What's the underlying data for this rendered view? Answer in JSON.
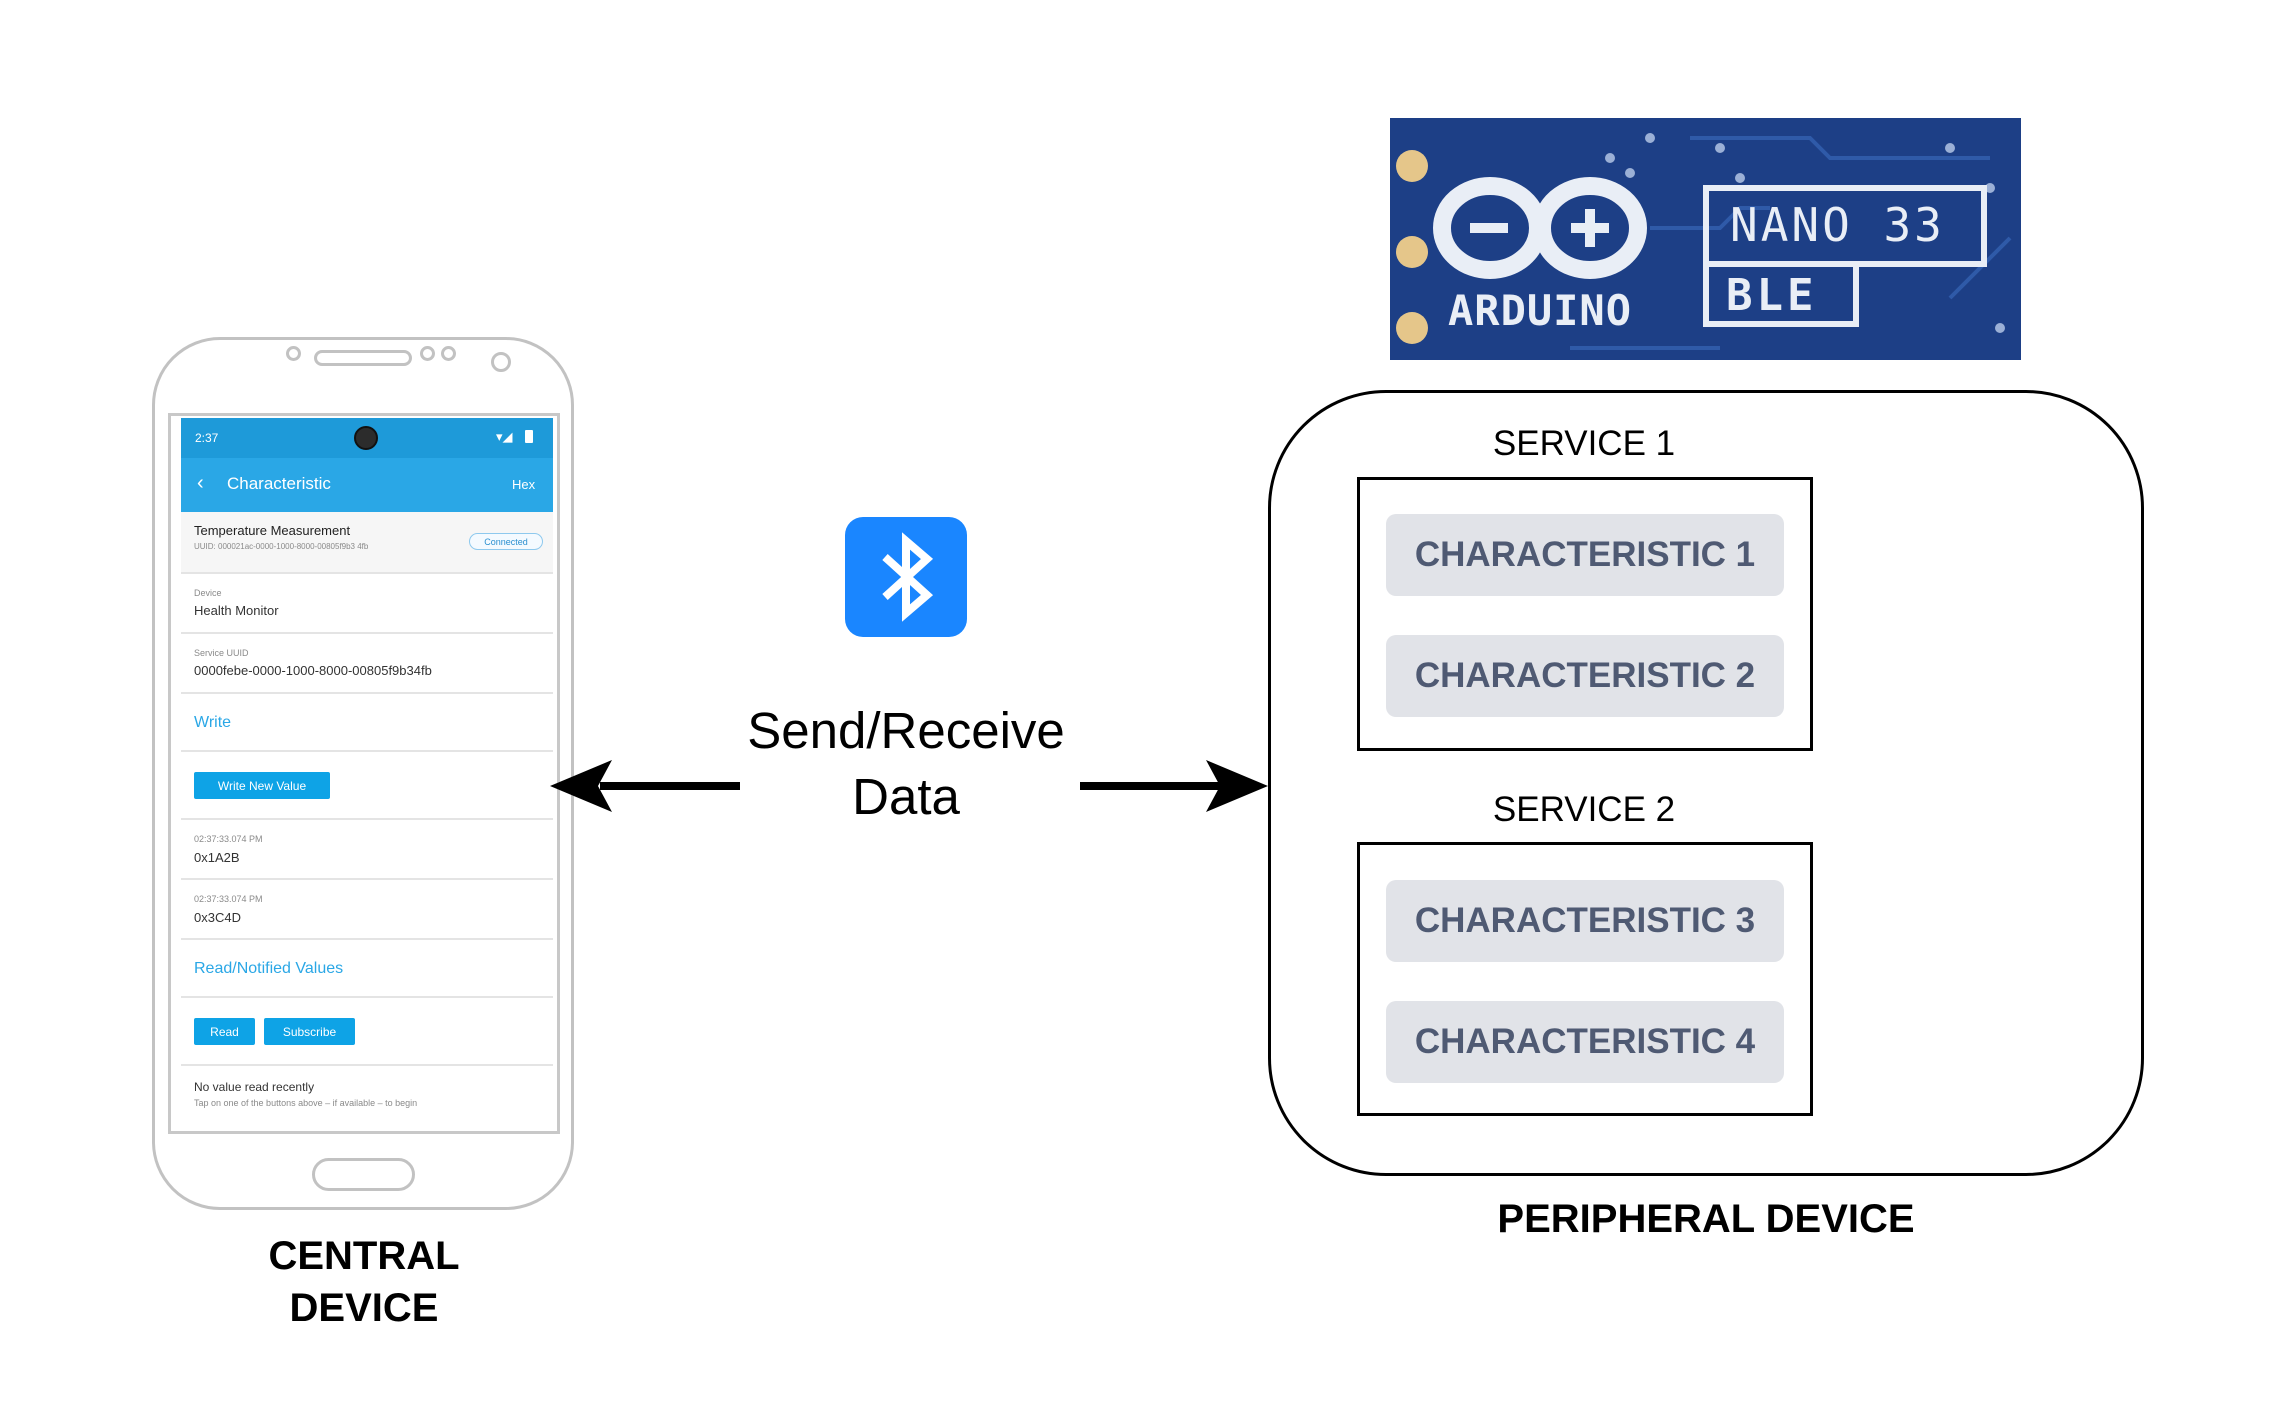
{
  "central": {
    "label_line1": "CENTRAL",
    "label_line2": "DEVICE",
    "screen": {
      "time": "2:37",
      "title": "Characteristic",
      "format": "Hex",
      "char_name": "Temperature Measurement",
      "uuid": "UUID: 000021ac-0000-1000-8000-00805f9b3 4fb",
      "status": "Connected",
      "device_label": "Device",
      "device_value": "Health Monitor",
      "service_uuid_label": "Service UUID",
      "service_uuid_value": "0000febe-0000-1000-8000-00805f9b34fb",
      "write_section": "Write",
      "write_button": "Write New Value",
      "log1_time": "02:37:33.074 PM",
      "log1_value": "0x1A2B",
      "log2_time": "02:37:33.074 PM",
      "log2_value": "0x3C4D",
      "read_section": "Read/Notified Values",
      "read_button": "Read",
      "subscribe_button": "Subscribe",
      "no_value": "No value read recently",
      "hint": "Tap on one of the buttons above – if available – to begin"
    }
  },
  "link": {
    "line1": "Send/Receive",
    "line2": "Data"
  },
  "board": {
    "brand": "ARDUINO",
    "model": "NANO 33",
    "variant": "BLE"
  },
  "peripheral": {
    "label": "PERIPHERAL DEVICE",
    "services": [
      {
        "name": "SERVICE 1",
        "characteristics": [
          "CHARACTERISTIC 1",
          "CHARACTERISTIC 2"
        ]
      },
      {
        "name": "SERVICE 2",
        "characteristics": [
          "CHARACTERISTIC 3",
          "CHARACTERISTIC 4"
        ]
      }
    ]
  },
  "colors": {
    "bluetooth": "#1a86ff",
    "app_bar": "#2aa7e6",
    "characteristic_fill": "#e1e3e8",
    "characteristic_text": "#4f5a73",
    "board": "#1d3f86"
  }
}
